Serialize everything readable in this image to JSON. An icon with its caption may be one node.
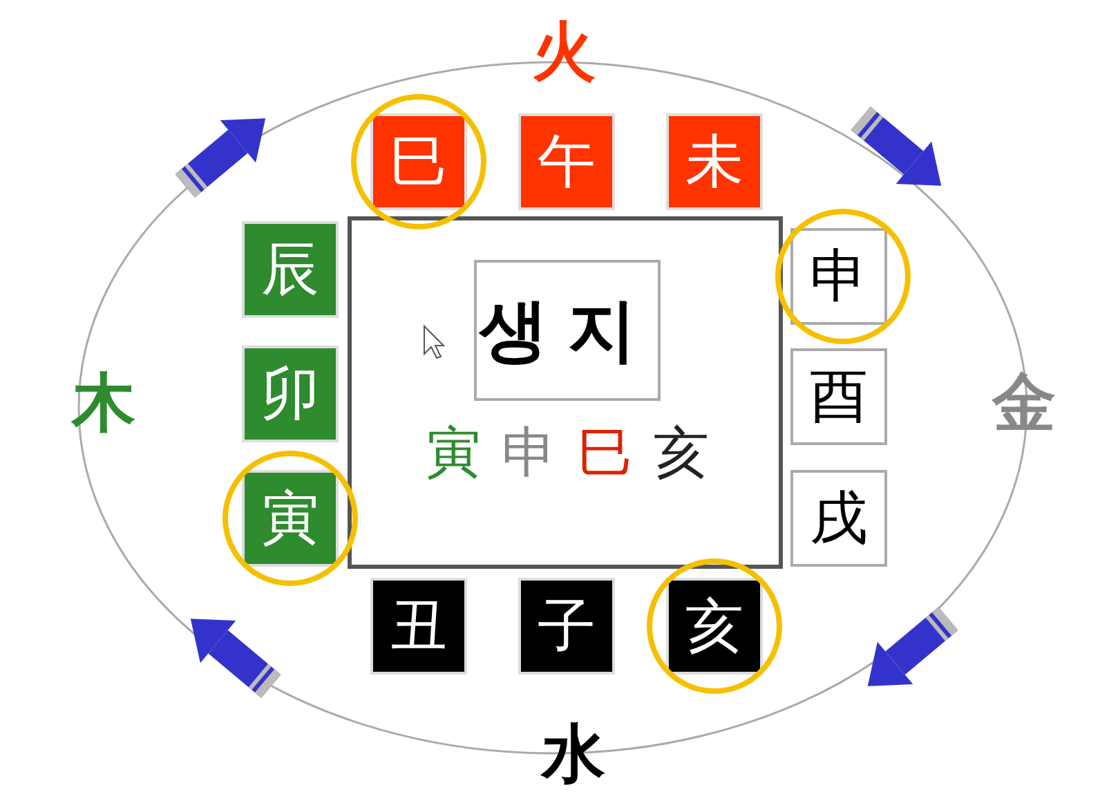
{
  "diagram": {
    "nodes": [
      {
        "text": [
          "巳"
        ]
      },
      {
        "text": [
          "午"
        ]
      },
      {
        "text": [
          "未"
        ]
      },
      {
        "text": [
          "辰"
        ]
      },
      {
        "text": [
          "申"
        ]
      },
      {
        "text": [
          "생지"
        ]
      },
      {
        "text": [
          "卯"
        ]
      },
      {
        "text": [
          "酉"
        ]
      },
      {
        "text": [
          "寅"
        ]
      },
      {
        "text": [
          "戌"
        ]
      },
      {
        "text": [
          "丑"
        ]
      },
      {
        "text": [
          "子"
        ]
      },
      {
        "text": [
          "亥"
        ]
      }
    ],
    "edges": [],
    "labels": [
      "火",
      "木",
      "金",
      "寅",
      "申",
      "巳",
      "亥",
      "水"
    ]
  }
}
